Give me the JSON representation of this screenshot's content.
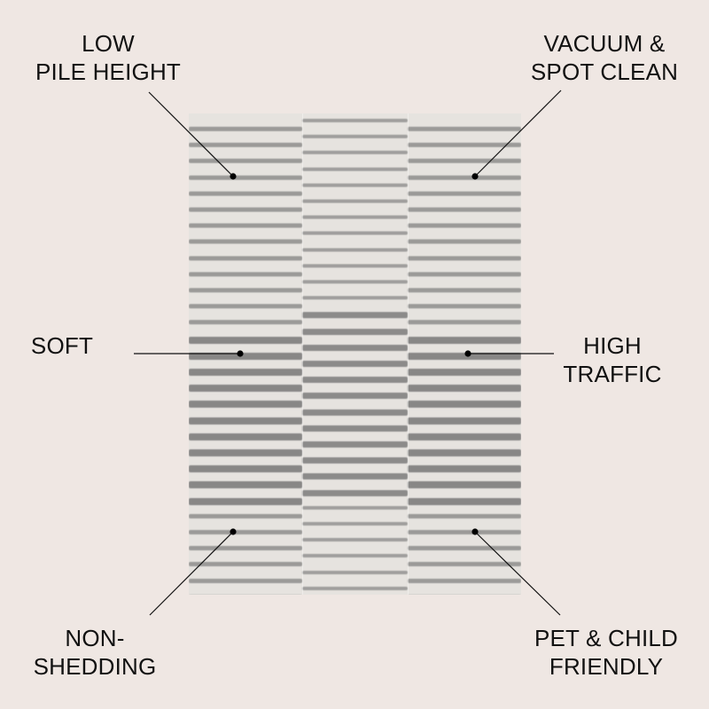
{
  "background_color": "#efe7e3",
  "rug": {
    "base_color": "#e6e3df",
    "stripe_color": "#6e6e6e",
    "pattern": "horizontal-stripe-three-panel"
  },
  "callouts": [
    {
      "id": "low-pile-height",
      "lines": [
        "LOW",
        "PILE HEIGHT"
      ]
    },
    {
      "id": "vacuum-spot-clean",
      "lines": [
        "VACUUM &",
        "SPOT CLEAN"
      ]
    },
    {
      "id": "soft",
      "lines": [
        "SOFT"
      ]
    },
    {
      "id": "high-traffic",
      "lines": [
        "HIGH",
        "TRAFFIC"
      ]
    },
    {
      "id": "non-shedding",
      "lines": [
        "NON-",
        "SHEDDING"
      ]
    },
    {
      "id": "pet-child-friendly",
      "lines": [
        "PET & CHILD",
        "FRIENDLY"
      ]
    }
  ]
}
